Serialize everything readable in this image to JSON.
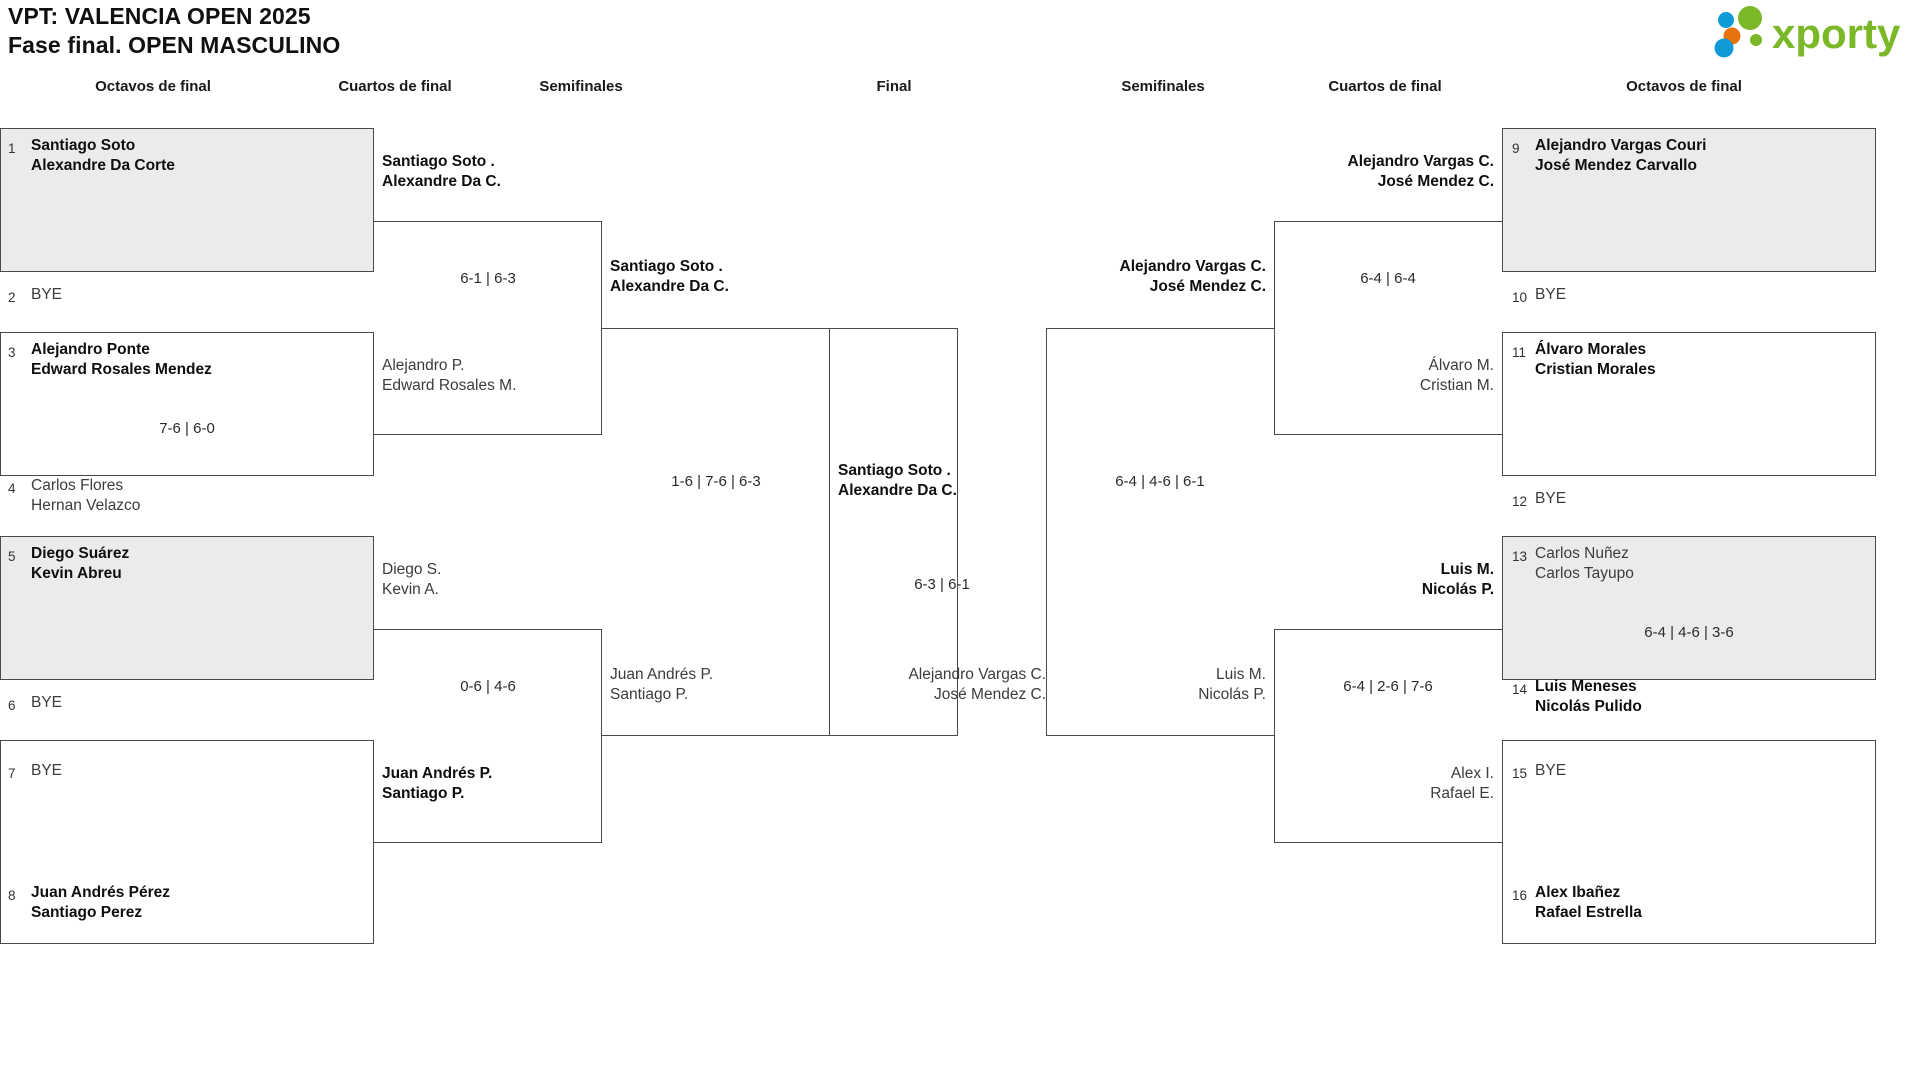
{
  "header": {
    "title_line1": "VPT: VALENCIA OPEN 2025",
    "title_line2": "Fase final. OPEN MASCULINO",
    "logo_text": "xporty",
    "logo_colors": {
      "green": "#7ab828",
      "blue": "#0f9bd7",
      "orange": "#e8720c"
    }
  },
  "round_headers": {
    "left_r16": "Octavos de final",
    "left_qf": "Cuartos de final",
    "left_sf": "Semifinales",
    "final": "Final",
    "right_sf": "Semifinales",
    "right_qf": "Cuartos de final",
    "right_r16": "Octavos de final"
  },
  "bracket": {
    "left_r16": [
      {
        "seed": "1",
        "line1": "Santiago Soto",
        "line2": "Alexandre Da Corte",
        "winner": true,
        "bye": false,
        "shaded": true
      },
      {
        "seed": "2",
        "line1": "BYE",
        "line2": "",
        "winner": false,
        "bye": true,
        "shaded": true
      },
      {
        "seed": "3",
        "line1": "Alejandro Ponte",
        "line2": "Edward Rosales Mendez",
        "winner": true,
        "bye": false,
        "shaded": false
      },
      {
        "seed": "4",
        "line1": "Carlos Flores",
        "line2": "Hernan Velazco",
        "winner": false,
        "bye": false,
        "shaded": false
      },
      {
        "seed": "5",
        "line1": "Diego Suárez",
        "line2": "Kevin Abreu",
        "winner": true,
        "bye": false,
        "shaded": true
      },
      {
        "seed": "6",
        "line1": "BYE",
        "line2": "",
        "winner": false,
        "bye": true,
        "shaded": true
      },
      {
        "seed": "7",
        "line1": "BYE",
        "line2": "",
        "winner": false,
        "bye": true,
        "shaded": false
      },
      {
        "seed": "8",
        "line1": "Juan Andrés Pérez",
        "line2": "Santiago Perez",
        "winner": true,
        "bye": false,
        "shaded": false
      }
    ],
    "left_r16_scores": [
      "",
      "7-6 | 6-0",
      "",
      ""
    ],
    "left_qf": [
      {
        "line1": "Santiago Soto .",
        "line2": "Alexandre Da C.",
        "winner": true
      },
      {
        "line1": "Alejandro P.",
        "line2": "Edward Rosales M.",
        "winner": false
      },
      {
        "line1": "Diego S.",
        "line2": "Kevin A.",
        "winner": false
      },
      {
        "line1": "Juan Andrés P.",
        "line2": "Santiago P.",
        "winner": true
      }
    ],
    "left_qf_scores": [
      "6-1 | 6-3",
      "0-6 | 4-6"
    ],
    "left_sf": [
      {
        "line1": "Santiago Soto .",
        "line2": "Alexandre Da C.",
        "winner": true
      },
      {
        "line1": "Juan Andrés P.",
        "line2": "Santiago P.",
        "winner": false
      }
    ],
    "left_sf_scores": [
      "1-6 | 7-6 | 6-3"
    ],
    "final": [
      {
        "line1": "Santiago Soto .",
        "line2": "Alexandre Da C.",
        "winner": true
      },
      {
        "line1": "Alejandro Vargas C.",
        "line2": "José Mendez C.",
        "winner": false
      }
    ],
    "final_score": "6-3 | 6-1",
    "right_sf": [
      {
        "line1": "Alejandro Vargas C.",
        "line2": "José Mendez C.",
        "winner": true
      },
      {
        "line1": "Luis M.",
        "line2": "Nicolás P.",
        "winner": false
      }
    ],
    "right_sf_scores": [
      "6-4 | 4-6 | 6-1"
    ],
    "right_qf": [
      {
        "line1": "Alejandro Vargas C.",
        "line2": "José Mendez C.",
        "winner": true
      },
      {
        "line1": "Álvaro M.",
        "line2": "Cristian M.",
        "winner": false
      },
      {
        "line1": "Luis M.",
        "line2": "Nicolás P.",
        "winner": true
      },
      {
        "line1": "Alex I.",
        "line2": "Rafael E.",
        "winner": false
      }
    ],
    "right_qf_scores": [
      "6-4 | 6-4",
      "6-4 | 2-6 | 7-6"
    ],
    "right_r16": [
      {
        "seed": "9",
        "line1": "Alejandro Vargas Couri",
        "line2": "José Mendez Carvallo",
        "winner": true,
        "bye": false,
        "shaded": true
      },
      {
        "seed": "10",
        "line1": "BYE",
        "line2": "",
        "winner": false,
        "bye": true,
        "shaded": true
      },
      {
        "seed": "11",
        "line1": "Álvaro Morales",
        "line2": "Cristian Morales",
        "winner": true,
        "bye": false,
        "shaded": false
      },
      {
        "seed": "12",
        "line1": "BYE",
        "line2": "",
        "winner": false,
        "bye": true,
        "shaded": false
      },
      {
        "seed": "13",
        "line1": "Carlos Nuñez",
        "line2": "Carlos Tayupo",
        "winner": false,
        "bye": false,
        "shaded": true
      },
      {
        "seed": "14",
        "line1": "Luis Meneses",
        "line2": "Nicolás Pulido",
        "winner": true,
        "bye": false,
        "shaded": true
      },
      {
        "seed": "15",
        "line1": "BYE",
        "line2": "",
        "winner": false,
        "bye": true,
        "shaded": false
      },
      {
        "seed": "16",
        "line1": "Alex Ibañez",
        "line2": "Rafael Estrella",
        "winner": true,
        "bye": false,
        "shaded": false
      }
    ],
    "right_r16_scores": [
      "",
      "",
      "6-4 | 4-6 | 3-6",
      ""
    ]
  }
}
